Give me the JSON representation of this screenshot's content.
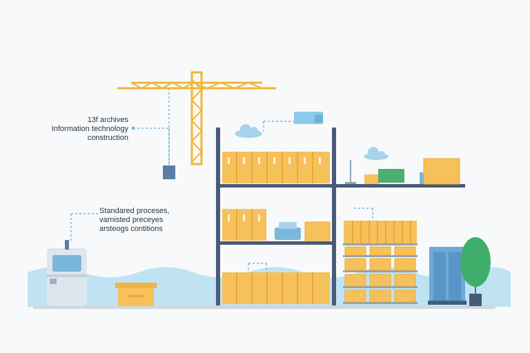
{
  "captions": {
    "top": [
      "13f archives",
      "Information technology",
      "construction"
    ],
    "middle": [
      "Standared proceses,",
      "varnisted preceyes",
      "arsteogs contitions"
    ]
  },
  "colors": {
    "background": "#f7f9fa",
    "crane": "#f2b632",
    "shelf": "#4a5a78",
    "box": "#f6c15a",
    "box_stripe": "#e9a935",
    "water": "#a9d9ef",
    "accent_blue": "#8ccbe8",
    "plant": "#3fae6a"
  },
  "icons": {
    "crane": "tower-crane-icon",
    "truck": "truck-icon",
    "cloud": "cloud-icon",
    "server": "server-cabinet-icon",
    "plant": "potted-plant-icon"
  }
}
